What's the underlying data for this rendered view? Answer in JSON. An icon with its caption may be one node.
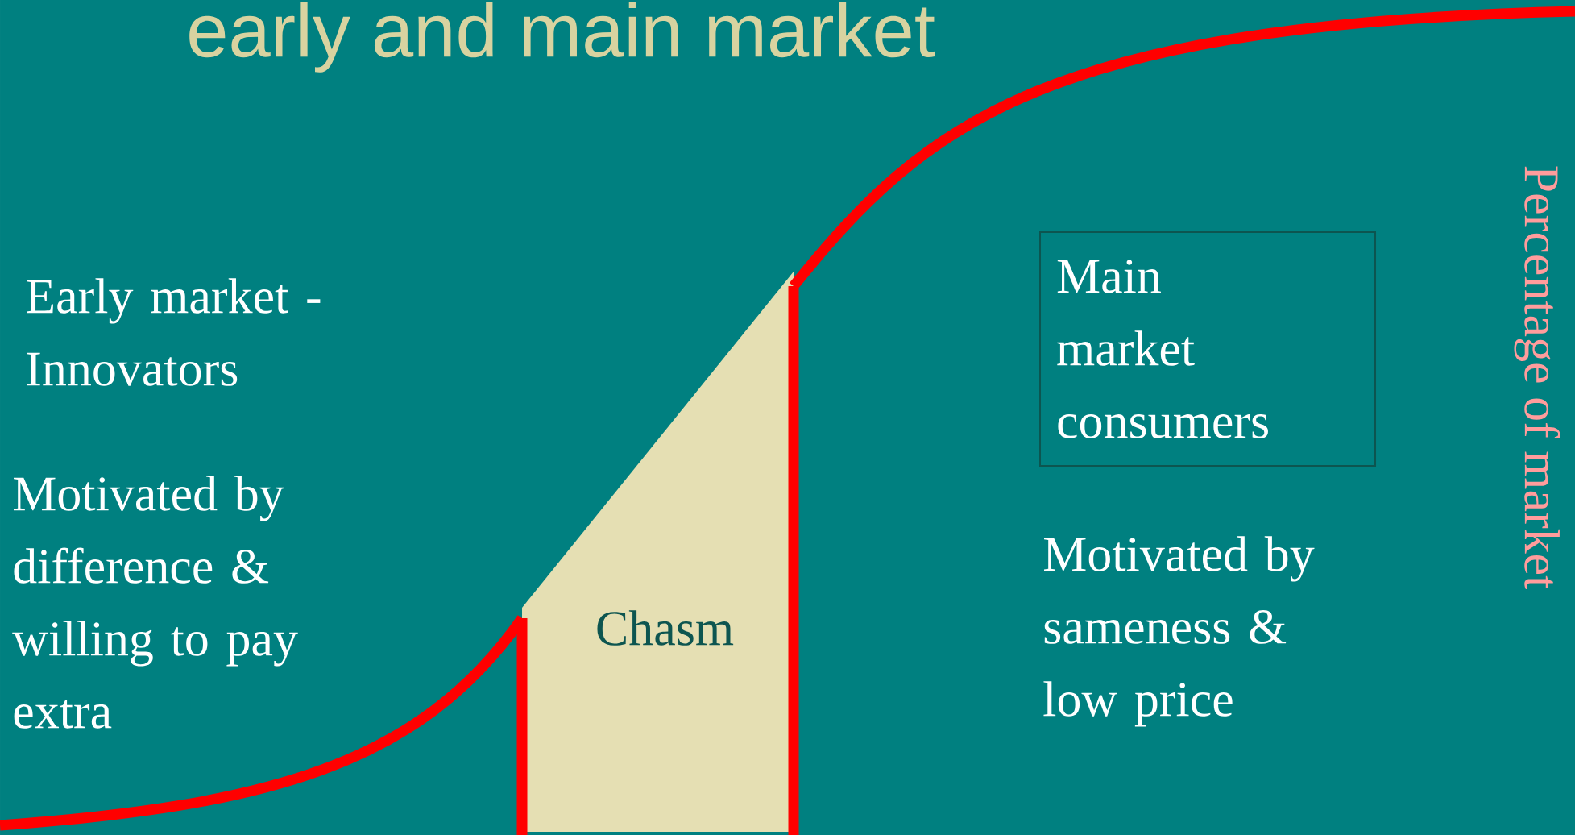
{
  "diagram": {
    "title": "early and main market",
    "nodes": [
      {
        "text": [
          "Chasm"
        ]
      },
      {
        "text": [
          "Main market consumers"
        ]
      }
    ],
    "labels": [
      "Early market - Innovators",
      "Motivated by difference & willing to pay extra",
      "Motivated by sameness & low price",
      "Percentage of market"
    ]
  }
}
